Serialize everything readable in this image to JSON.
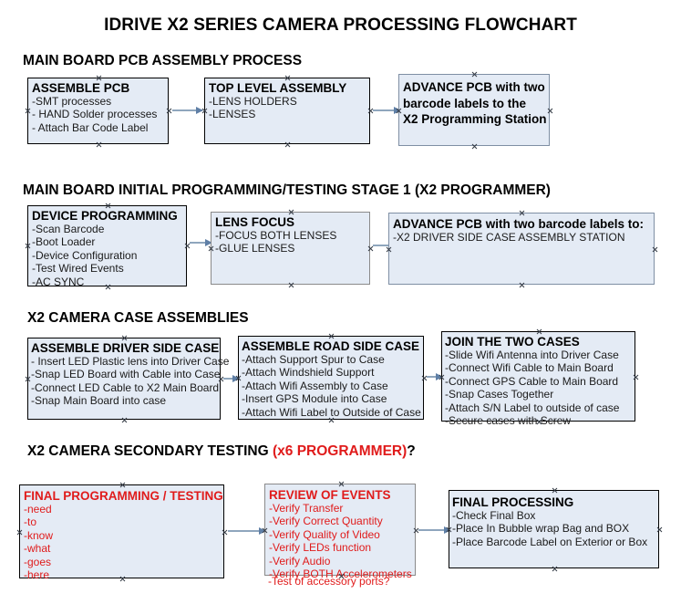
{
  "title": "IDRIVE X2  SERIES CAMERA PROCESSING FLOWCHART",
  "colors": {
    "box_fill": "#e4ebf5",
    "box_border_dark": "#000000",
    "box_border_gray": "#8a8a8a",
    "box_border_steel": "#7f8fa4",
    "arrow": "#8fa6bd",
    "red_text": "#e01b1b",
    "black_text": "#000000"
  },
  "sections": [
    {
      "heading": "MAIN BOARD PCB ASSEMBLY PROCESS",
      "heading_red": "",
      "heading_tail": "",
      "boxes": [
        {
          "title": "ASSEMBLE PCB",
          "title_lines": [
            "ASSEMBLE PCB"
          ],
          "lines": [
            "-SMT processes",
            "- HAND Solder processes",
            "- Attach Bar Code Label"
          ]
        },
        {
          "title": "TOP LEVEL ASSEMBLY",
          "title_lines": [
            "TOP LEVEL ASSEMBLY"
          ],
          "lines": [
            "-LENS HOLDERS",
            "-LENSES"
          ]
        },
        {
          "title": "ADVANCE PCB with two barcode labels to the X2 Programming Station",
          "title_lines": [
            "ADVANCE PCB with two",
            "barcode labels to the",
            " X2 Programming Station"
          ],
          "lines": []
        }
      ]
    },
    {
      "heading": "MAIN BOARD INITIAL PROGRAMMING/TESTING STAGE 1 (X2 PROGRAMMER)",
      "heading_red": "",
      "heading_tail": "",
      "boxes": [
        {
          "title": "DEVICE PROGRAMMING",
          "title_lines": [
            "DEVICE PROGRAMMING"
          ],
          "lines": [
            "-Scan Barcode",
            "-Boot Loader",
            "-Device Configuration",
            "-Test Wired Events",
            "-AC SYNC"
          ]
        },
        {
          "title": "LENS FOCUS",
          "title_lines": [
            "LENS FOCUS"
          ],
          "lines": [
            "-FOCUS BOTH LENSES",
            "-GLUE LENSES"
          ]
        },
        {
          "title": "ADVANCE PCB with two barcode labels to:",
          "title_lines": [
            "ADVANCE PCB with two barcode labels to:"
          ],
          "lines": [
            "-X2 DRIVER  SIDE  CASE  ASSEMBLY STATION"
          ]
        }
      ]
    },
    {
      "heading": "X2 CAMERA CASE ASSEMBLIES",
      "heading_red": "",
      "heading_tail": "",
      "boxes": [
        {
          "title": "ASSEMBLE DRIVER SIDE CASE",
          "title_lines": [
            "ASSEMBLE DRIVER SIDE CASE"
          ],
          "lines": [
            "- Insert LED Plastic lens into Driver Case",
            "-Snap LED Board with Cable into Case",
            "-Connect LED Cable to X2 Main Board",
            "-Snap Main Board into case"
          ]
        },
        {
          "title": "ASSEMBLE ROAD SIDE CASE",
          "title_lines": [
            "ASSEMBLE ROAD SIDE CASE"
          ],
          "lines": [
            "-Attach Support Spur to Case",
            "-Attach Windshield Support",
            "-Attach Wifi Assembly to Case",
            "-Insert GPS Module into Case",
            "-Attach Wifi Label to Outside of Case"
          ]
        },
        {
          "title": "JOIN THE TWO CASES",
          "title_lines": [
            "JOIN THE TWO CASES"
          ],
          "lines": [
            "-Slide Wifi Antenna into Driver Case",
            "-Connect Wifi Cable to Main Board",
            "-Connect GPS Cable to Main Board",
            "-Snap Cases Together",
            "-Attach S/N Label to outside of case",
            "-Secure cases with Screw"
          ]
        }
      ]
    },
    {
      "heading": "X2 CAMERA SECONDARY TESTING ",
      "heading_red": "(x6 PROGRAMMER)",
      "heading_tail": "?",
      "boxes": [
        {
          "title": "FINAL PROGRAMMING / TESTING",
          "title_lines": [
            "FINAL PROGRAMMING / TESTING"
          ],
          "lines": [
            "-need",
            "-to",
            "-know",
            "-what",
            "-goes",
            "-here"
          ]
        },
        {
          "title": "REVIEW OF EVENTS",
          "title_lines": [
            "REVIEW OF EVENTS"
          ],
          "lines": [
            "-Verify Transfer",
            "-Verify Correct Quantity",
            "-Verify Quality of Video",
            "-Verify LEDs function",
            "-Verify Audio",
            "-Verify BOTH Accelerometers"
          ],
          "overflow_line": "-Test of accessory ports?"
        },
        {
          "title": "FINAL PROCESSING",
          "title_lines": [
            "FINAL PROCESSING"
          ],
          "lines": [
            " -Check Final Box",
            "-Place In Bubble wrap Bag and BOX",
            "-Place Barcode Label on Exterior or Box"
          ]
        }
      ]
    }
  ]
}
